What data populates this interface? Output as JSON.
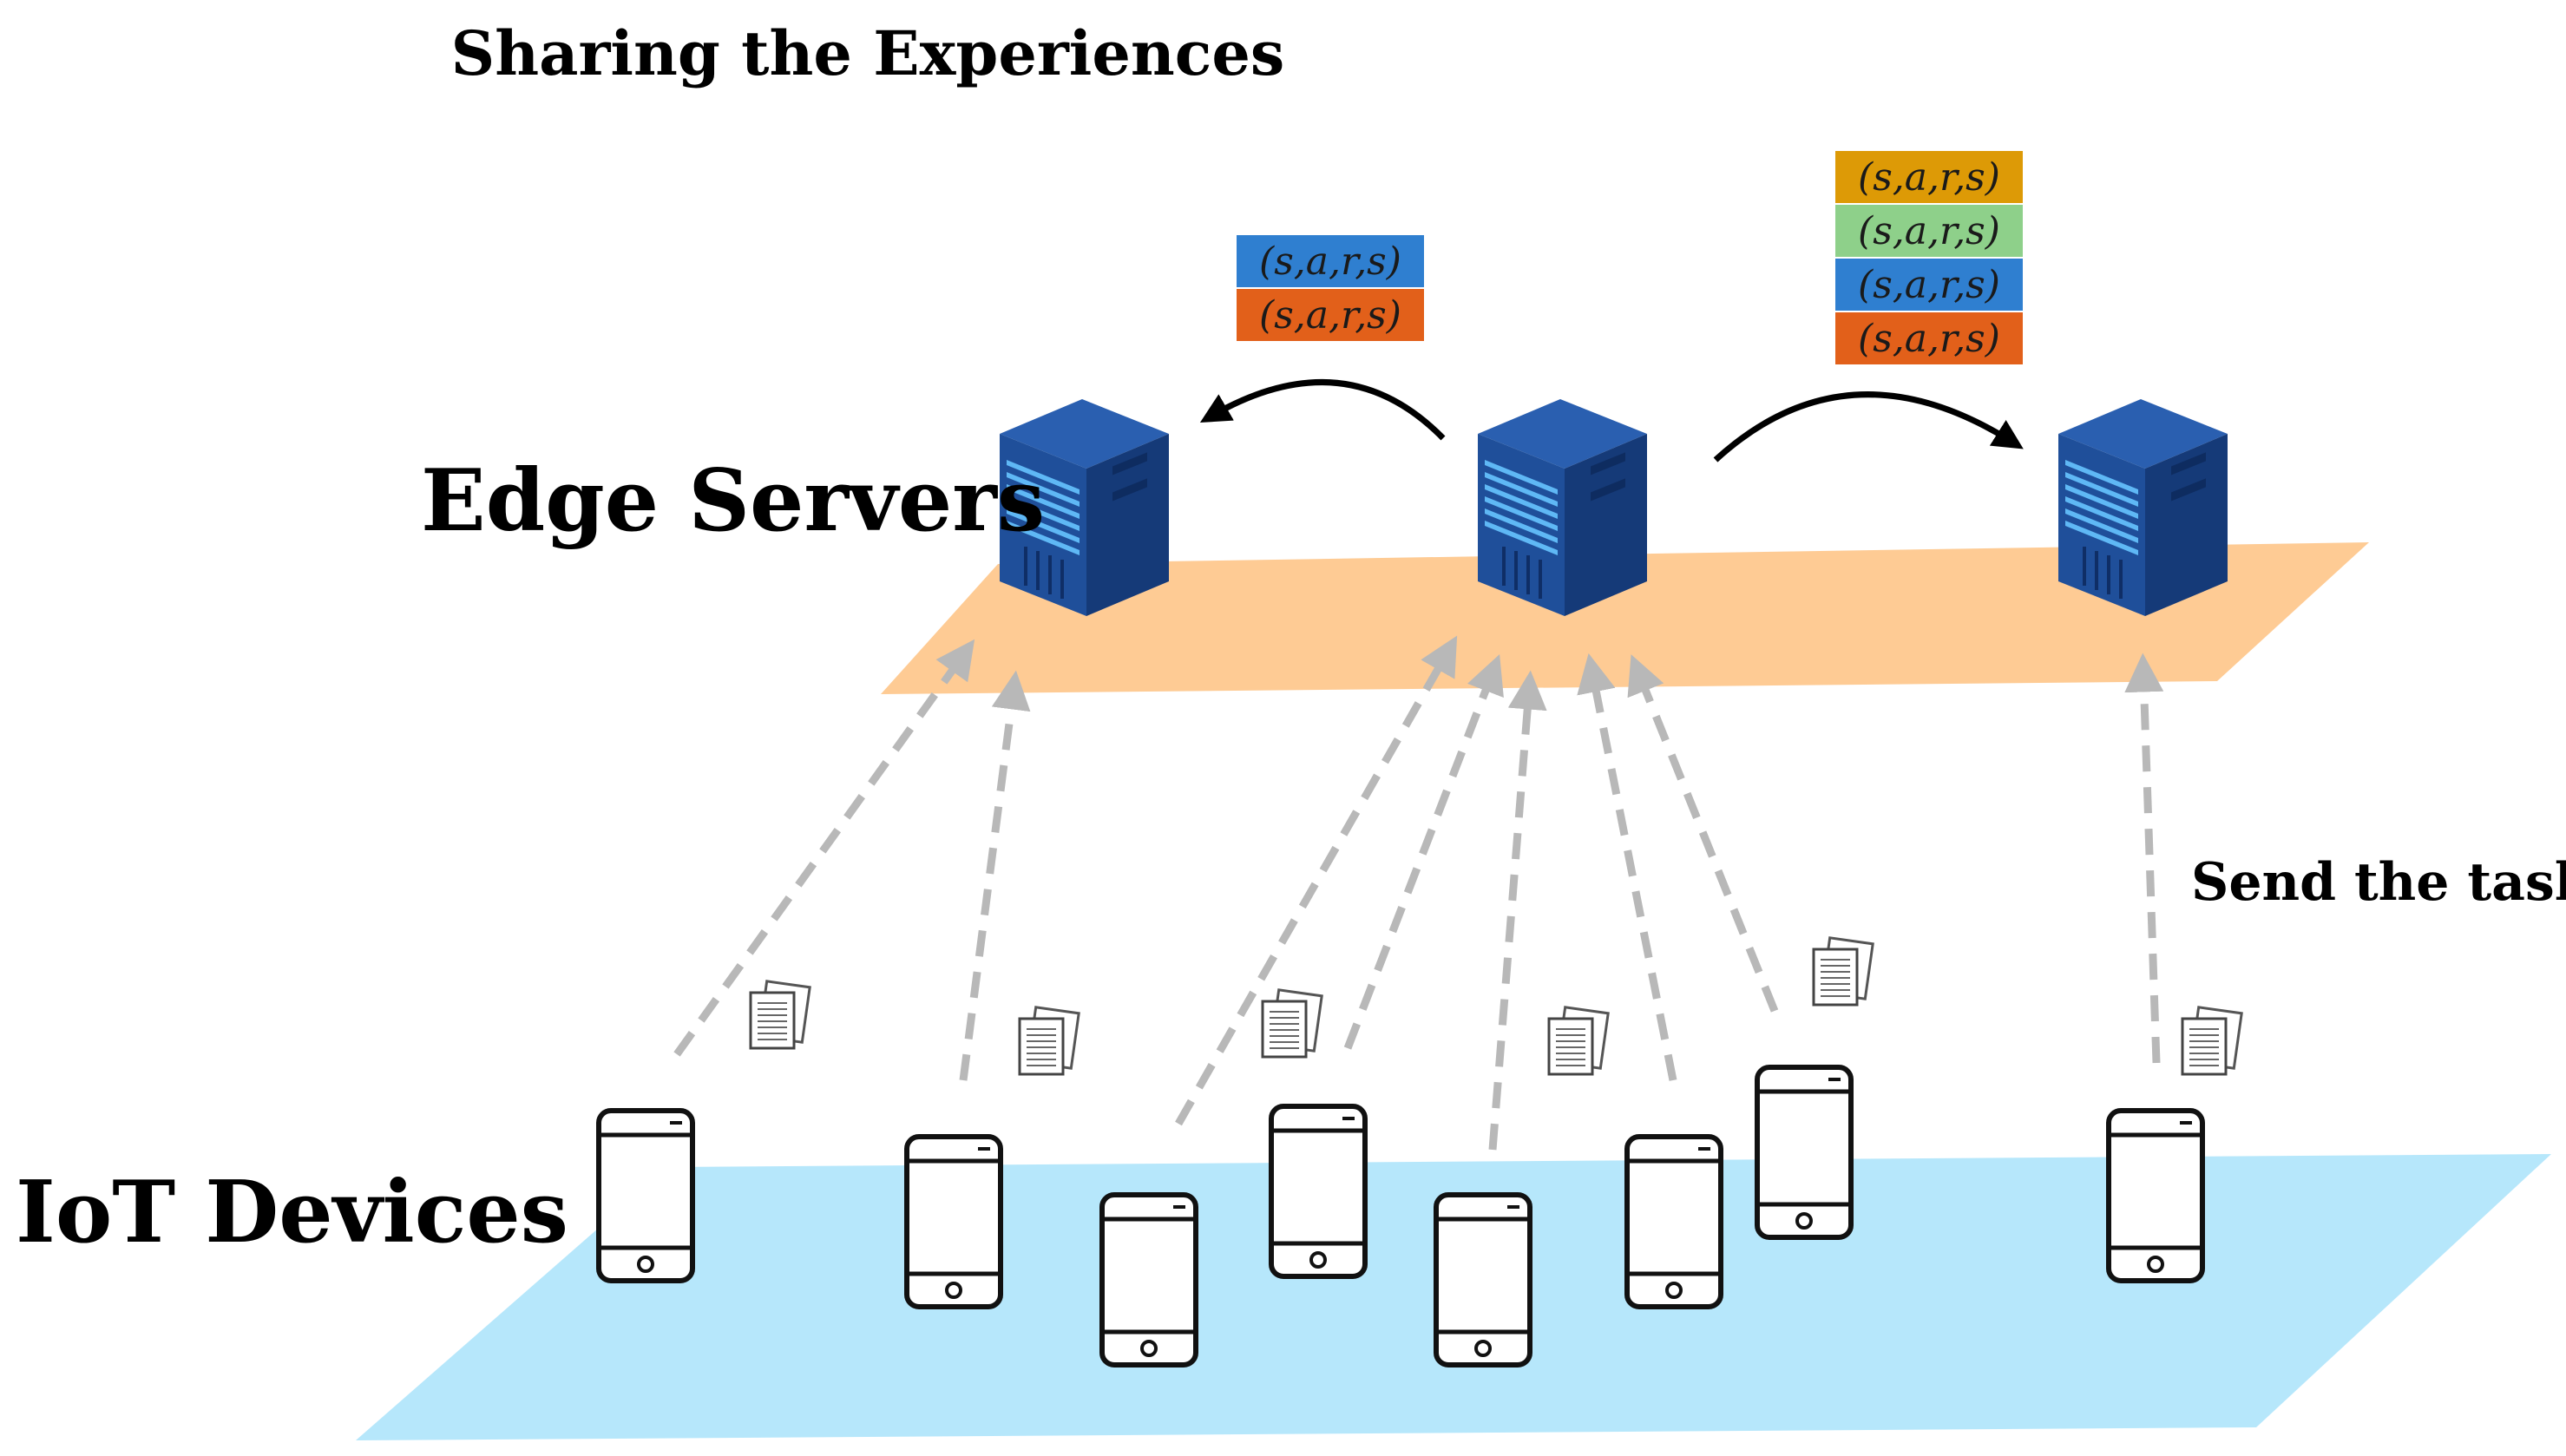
{
  "title": "Sharing the Experiences",
  "labels": {
    "edge_servers": "Edge Servers",
    "iot_devices": "IoT Devices",
    "send_tasks": "Send the tasks"
  },
  "tuple_text": "(s,a,r,s)",
  "left_stack": [
    {
      "text": "(s,a,r,s)",
      "color": "#2f7fd0"
    },
    {
      "text": "(s,a,r,s)",
      "color": "#e2601a"
    }
  ],
  "right_stack": [
    {
      "text": "(s,a,r,s)",
      "color": "#dd9a06"
    },
    {
      "text": "(s,a,r,s)",
      "color": "#8ed08a"
    },
    {
      "text": "(s,a,r,s)",
      "color": "#2f7fd0"
    },
    {
      "text": "(s,a,r,s)",
      "color": "#e2601a"
    }
  ],
  "colors": {
    "edge_plane": "#fecb94",
    "iot_plane": "#b6e7fb",
    "server_front": "#1f4f9a",
    "server_side": "#153a78",
    "server_light": "#5fb8f5",
    "arrow_dashed": "#b8b8b8"
  }
}
